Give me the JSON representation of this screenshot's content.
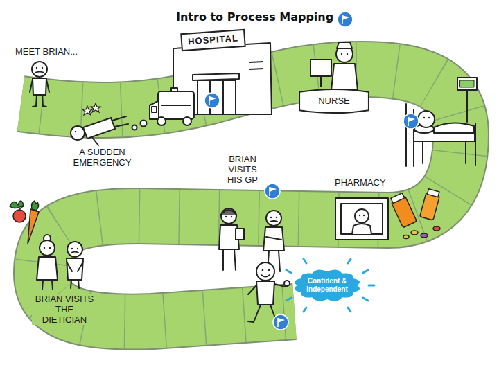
{
  "diagram": {
    "title": "Intro to Process Mapping",
    "nodes": [
      {
        "text": [
          "HOSPITAL"
        ]
      },
      {
        "text": [
          "NURSE"
        ]
      },
      {
        "text": [
          "Confident & Independent"
        ]
      }
    ],
    "labels": [
      "MEET BRIAN...",
      "A SUDDEN EMERGENCY",
      "BRIAN VISITS HIS GP",
      "PHARMACY",
      "BRIAN VISITS THE DIETICIAN"
    ]
  }
}
